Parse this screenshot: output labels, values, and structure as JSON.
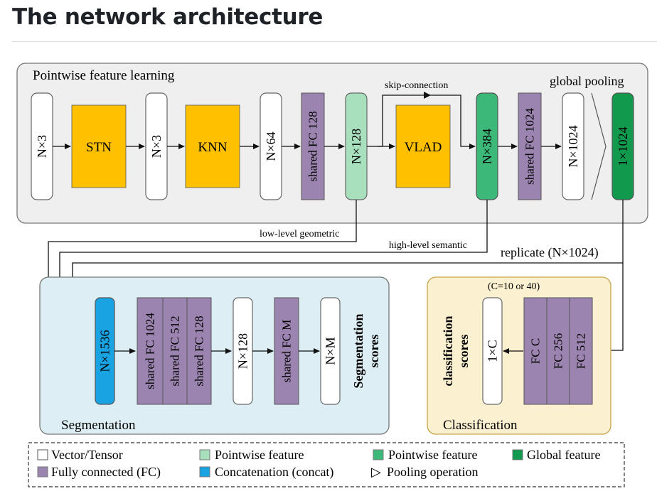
{
  "header": {
    "title": "The network architecture"
  },
  "colors": {
    "block_orange": "#FFC000",
    "fc_purple": "#9C84B0",
    "pointwise_light": "#A8E0BE",
    "pointwise_mid": "#3CB878",
    "global_dark": "#119A4E",
    "concat_blue": "#1AA3E3",
    "panel_gray": "#EFEFEF",
    "panel_blue": "#DDEEF4",
    "panel_yellow": "#FBF0D0"
  },
  "diagram": {
    "top_panel_label": "Pointwise feature learning",
    "global_pooling": "global pooling",
    "skip_connection": "skip-connection",
    "low_level": "low-level geometric",
    "high_level": "high-level semantic",
    "replicate": "replicate (N×1024)",
    "n3_a": "N×3",
    "stn": "STN",
    "n3_b": "N×3",
    "knn": "KNN",
    "n64": "N×64",
    "fc128": "shared FC 128",
    "n128": "N×128",
    "vlad": "VLAD",
    "n384": "N×384",
    "fc1024": "shared FC 1024",
    "n1024": "N×1024",
    "g1024": "1×1024",
    "seg_label": "Segmentation",
    "n1536": "N×1536",
    "seg_fc1024": "shared FC 1024",
    "seg_fc512": "shared FC 512",
    "seg_fc128": "shared FC 128",
    "seg_n128": "N×128",
    "seg_fcm": "shared FC M",
    "nm": "N×M",
    "seg_scores_1": "Segmentation",
    "seg_scores_2": "scores",
    "cls_label": "Classification",
    "cls_c_note": "(C=10 or 40)",
    "cls_scores_1": "classification",
    "cls_scores_2": "scores",
    "one_c": "1×C",
    "fc_c": "FC  C",
    "fc_256": "FC 256",
    "fc_512": "FC 512"
  },
  "legend": {
    "vector": "Vector/Tensor",
    "pointwise_light": "Pointwise feature",
    "pointwise_mid": "Pointwise feature",
    "global": "Global feature",
    "fc": "Fully connected (FC)",
    "concat": "Concatenation (concat)",
    "pooling": "Pooling operation",
    "pooling_glyph": "▷"
  }
}
